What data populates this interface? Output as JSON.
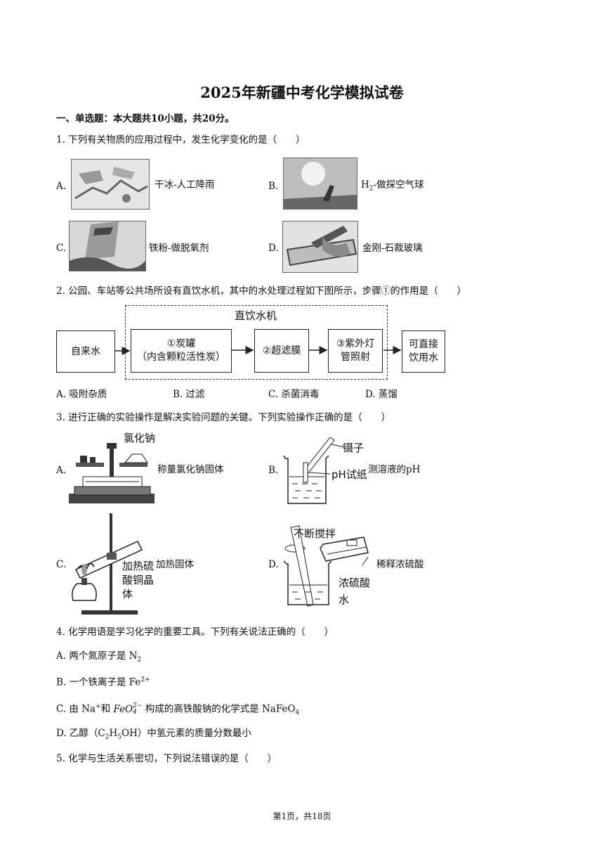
{
  "title": "2025年新疆中考化学模拟试卷",
  "section1": "一、单选题：本大题共10小题，共20分。",
  "q1": {
    "stem": "1. 下列有关物质的应用过程中，发生化学变化的是（　　）",
    "opts": [
      {
        "letter": "A.",
        "text": "干冰-人工降雨"
      },
      {
        "letter": "B.",
        "text_pre": "H",
        "text_sub": "2",
        "text_post": "-做探空气球"
      },
      {
        "letter": "C.",
        "text": "铁粉-做脱氧剂"
      },
      {
        "letter": "D.",
        "text": "金刚-石裁玻璃"
      }
    ]
  },
  "q2": {
    "stem": "2. 公园、车站等公共场所设有直饮水机，其中的水处理过程如下图所示，步骤①的作用是（　　）",
    "diagram": {
      "group_label": "直饮水机",
      "box1": "自来水",
      "box2_l1": "①炭罐",
      "box2_l2": "（内含颗粒活性炭）",
      "box3": "②超滤膜",
      "box4_l1": "③紫外灯",
      "box4_l2": "管照射",
      "box5_l1": "可直接",
      "box5_l2": "饮用水"
    },
    "opts": [
      "A. 吸附杂质",
      "B. 过滤",
      "C. 杀菌消毒",
      "D. 蒸馏"
    ]
  },
  "q3": {
    "stem": "3. 进行正确的实验操作是解决实验问题的关键。下列实验操作正确的是（　　）",
    "A": {
      "letter": "A.",
      "label": "氯化钠",
      "text": "称量氯化钠固体"
    },
    "B": {
      "letter": "B.",
      "label1": "镊子",
      "label2": "pH试纸",
      "text": "测溶液的pH"
    },
    "C": {
      "letter": "C.",
      "label1": "加热硫",
      "label2": "酸铜晶",
      "label3": "体",
      "text": "加热固体"
    },
    "D": {
      "letter": "D.",
      "label1": "不断搅拌",
      "label2": "浓硫酸",
      "label3": "水",
      "text": "稀释浓硫酸"
    }
  },
  "q4": {
    "stem": "4. 化学用语是学习化学的重要工具。下列有关说法正确的（　　）",
    "A": {
      "pre": "A. 两个氮原子是 N",
      "sub": "2"
    },
    "B": {
      "pre": "B. 一个铁离子是 Fe",
      "sup": "2+"
    },
    "C": {
      "pre": "C. 由 Na",
      "sup1": "+",
      "mid": "和 ",
      "ion": "FeO",
      "ion_sub": "4",
      "ion_sup": "2−",
      "post": " 构成的高铁酸钠的化学式是 NaFeO",
      "post_sub": "4"
    },
    "D": {
      "pre": "D. 乙醇（C",
      "s1": "2",
      "m1": "H",
      "s2": "5",
      "post": "OH）中氢元素的质量分数最小"
    }
  },
  "q5": {
    "stem": "5. 化学与生活关系密切，下列说法错误的是（　　）"
  },
  "footer": "第1页，共18页"
}
